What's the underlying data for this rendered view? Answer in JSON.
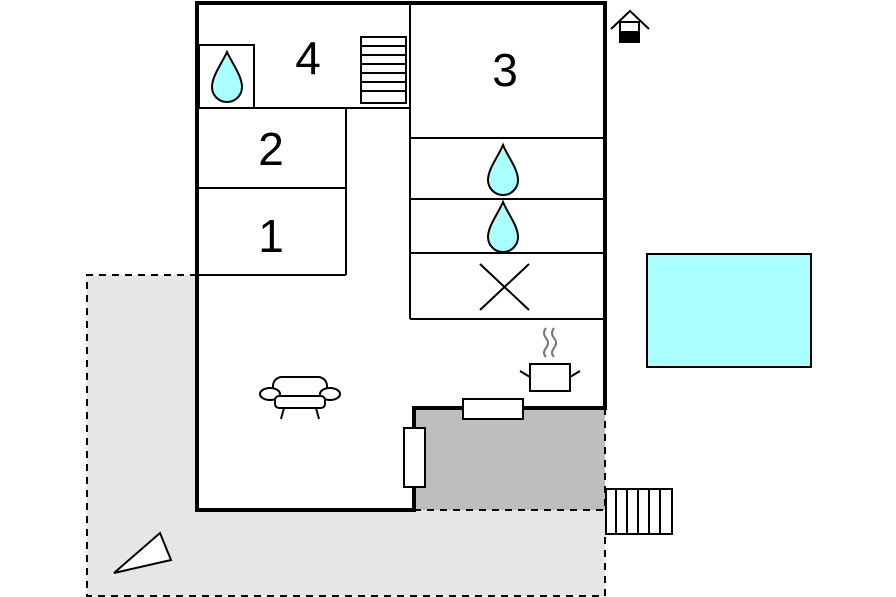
{
  "floorplan": {
    "rooms": [
      {
        "label": "4",
        "type": "bedroom"
      },
      {
        "label": "3",
        "type": "bedroom"
      },
      {
        "label": "2",
        "type": "bedroom"
      },
      {
        "label": "1",
        "type": "bedroom"
      }
    ],
    "icons": [
      "house-icon",
      "water-drop-icon",
      "stairs-icon",
      "wc-icon",
      "bathroom-icon",
      "cross-icon",
      "pot-icon",
      "sofa-icon",
      "window-icon",
      "pool-icon",
      "outdoor-stairs-icon",
      "compass-icon"
    ],
    "colors": {
      "walls": "#000000",
      "terrace": "#e6e6e6",
      "covered_terrace": "#bebebe",
      "water": "#aaffff",
      "background": "#ffffff"
    }
  }
}
